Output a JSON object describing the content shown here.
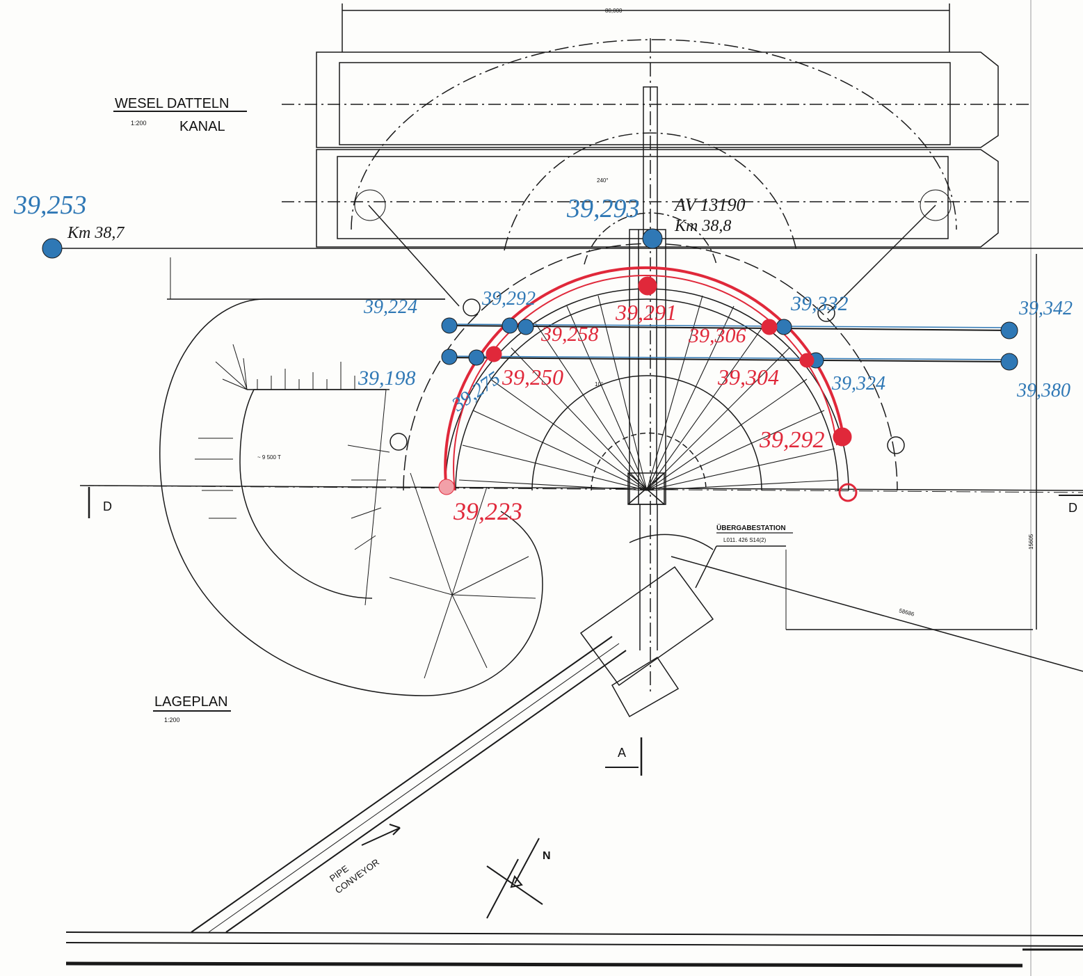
{
  "drawing": {
    "title_lines": [
      "WESEL  DATTELN",
      "KANAL"
    ],
    "title_scale": "1:200",
    "plan_title": "LAGEPLAN",
    "plan_scale": "1:200",
    "transfer_station": "ÜBERGABESTATION",
    "transfer_station_ref": "L011. 426 S14(2)",
    "pipe_conveyor": [
      "PIPE",
      "CONVEYOR"
    ],
    "north": "N",
    "section_a": "A",
    "section_d_left": "D",
    "section_d_right": "D",
    "dim_top": "80,000",
    "dim_right_1": "15605",
    "dim_diag": "58686",
    "stock_note": "~ 9 500 T",
    "angle_top": "240°",
    "angle_mid": "10°",
    "av_label": "AV 13190",
    "km_right": "Km 38,8",
    "km_left": "Km 38,7"
  },
  "elevations": {
    "blue": {
      "e1": "39,253",
      "e2": "39,293",
      "e3": "39,224",
      "e4": "39,292",
      "e5": "39,198",
      "e6": "39,275",
      "e7": "39,332",
      "e8": "39,324",
      "e9": "39,342",
      "e10": "39,380"
    },
    "red": {
      "r1": "39,291",
      "r2": "39,258",
      "r3": "39,306",
      "r4": "39,250",
      "r5": "39,304",
      "r6": "39,292",
      "r7": "39,223"
    }
  },
  "colors": {
    "line": "#1a1a1a",
    "blue_marker": "#2f78b5",
    "red_marker": "#e0283a",
    "paper": "#fdfdfb"
  }
}
